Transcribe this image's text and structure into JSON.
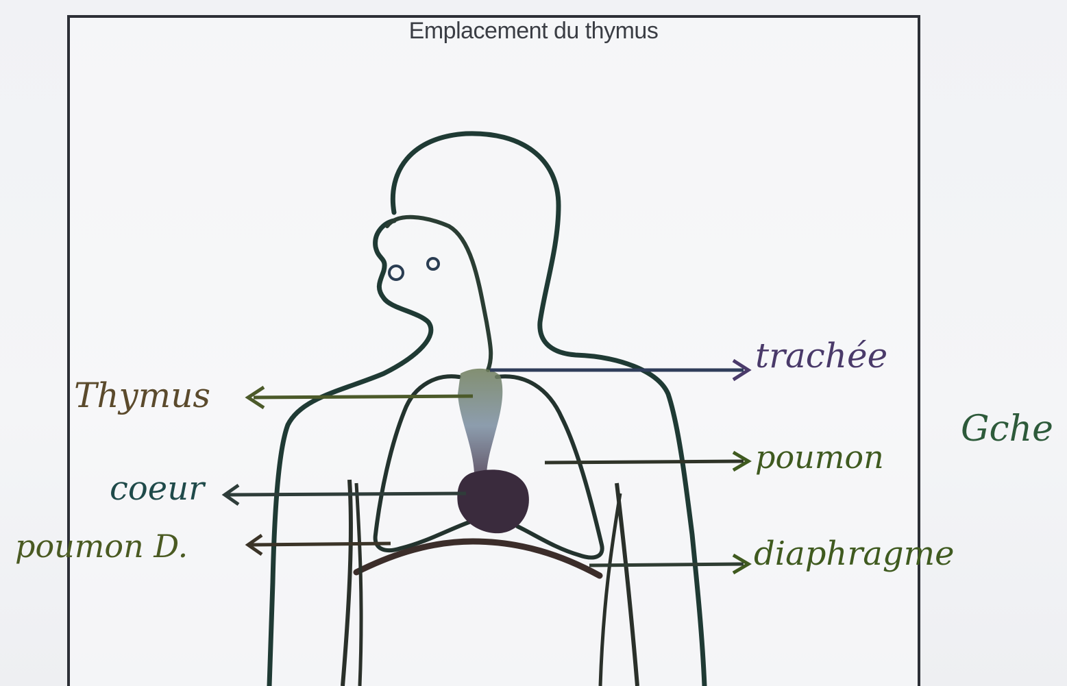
{
  "diagram": {
    "title": "Emplacement du thymus",
    "labels": {
      "thymus": "Thymus",
      "coeur": "coeur",
      "poumon_droit": "poumon D.",
      "trachee": "trachée",
      "poumon_gauche": "poumon",
      "gauche_mark": "Gche",
      "diaphragme": "diaphragme"
    },
    "colors": {
      "outline": "#1f2a26",
      "heart": "#3b2a3a",
      "thymus": "#6a7a8a",
      "background": "#f3f4f6"
    }
  }
}
